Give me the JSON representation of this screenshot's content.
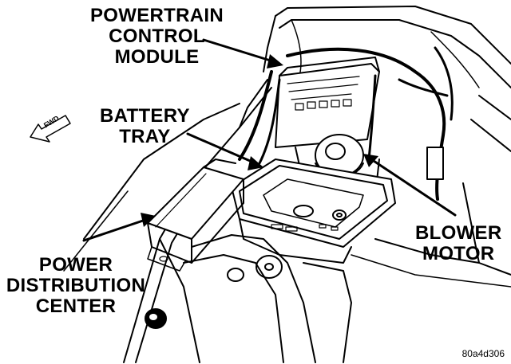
{
  "labels": {
    "pcm": [
      "POWERTRAIN",
      "CONTROL",
      "MODULE"
    ],
    "battery_tray": [
      "BATTERY",
      "TRAY"
    ],
    "blower_motor": [
      "BLOWER",
      "MOTOR"
    ],
    "pdc": [
      "POWER",
      "DISTRIBUTION",
      "CENTER"
    ]
  },
  "direction_arrow": {
    "text": "FWD",
    "icon": "forward-arrow-icon"
  },
  "figure_code": "80a4d306",
  "colors": {
    "ink": "#000000",
    "paper": "#ffffff"
  }
}
